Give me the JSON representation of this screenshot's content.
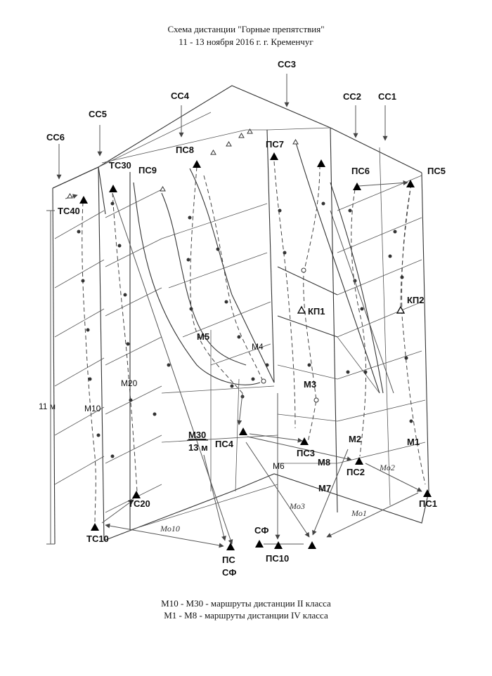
{
  "header": {
    "title": "Схема дистанции \"Горные препятствия\"",
    "subtitle": "11 - 13 ноября  2016  г.          г. Кременчуг"
  },
  "labels": {
    "cc1": "СС1",
    "cc2": "СС2",
    "cc3": "СС3",
    "cc4": "СС4",
    "cc5": "СС5",
    "cc6": "СС6",
    "ps1": "ПС1",
    "ps2": "ПС2",
    "ps3": "ПС3",
    "ps4": "ПС4",
    "ps5": "ПС5",
    "ps6": "ПС6",
    "ps7": "ПС7",
    "ps8": "ПС8",
    "ps9": "ПС9",
    "ps10": "ПС10",
    "tc10": "ТС10",
    "tc20": "ТС20",
    "tc30": "ТС30",
    "tc40": "ТС40",
    "kp1": "КП1",
    "kp2": "КП2",
    "ps_finish_1": "ПС",
    "ps_finish_2": "СФ",
    "sf": "СФ",
    "m1": "М1",
    "m2": "М2",
    "m3": "М3",
    "m4": "М4",
    "m5": "М5",
    "m6": "М6",
    "m7": "М7",
    "m8": "М8",
    "m10": "М10",
    "m20": "М20",
    "m30": "М30",
    "m30_len": "13 м",
    "mo1": "Мо1",
    "mo2": "Мо2",
    "mo3": "Мо3",
    "mo10": "Мо10",
    "height": "11 м"
  },
  "legend": {
    "line1": "М10 - М30 - маршруты дистанции II класса",
    "line2": "М1 -  М8 - маршруты дистанции IV класса"
  }
}
